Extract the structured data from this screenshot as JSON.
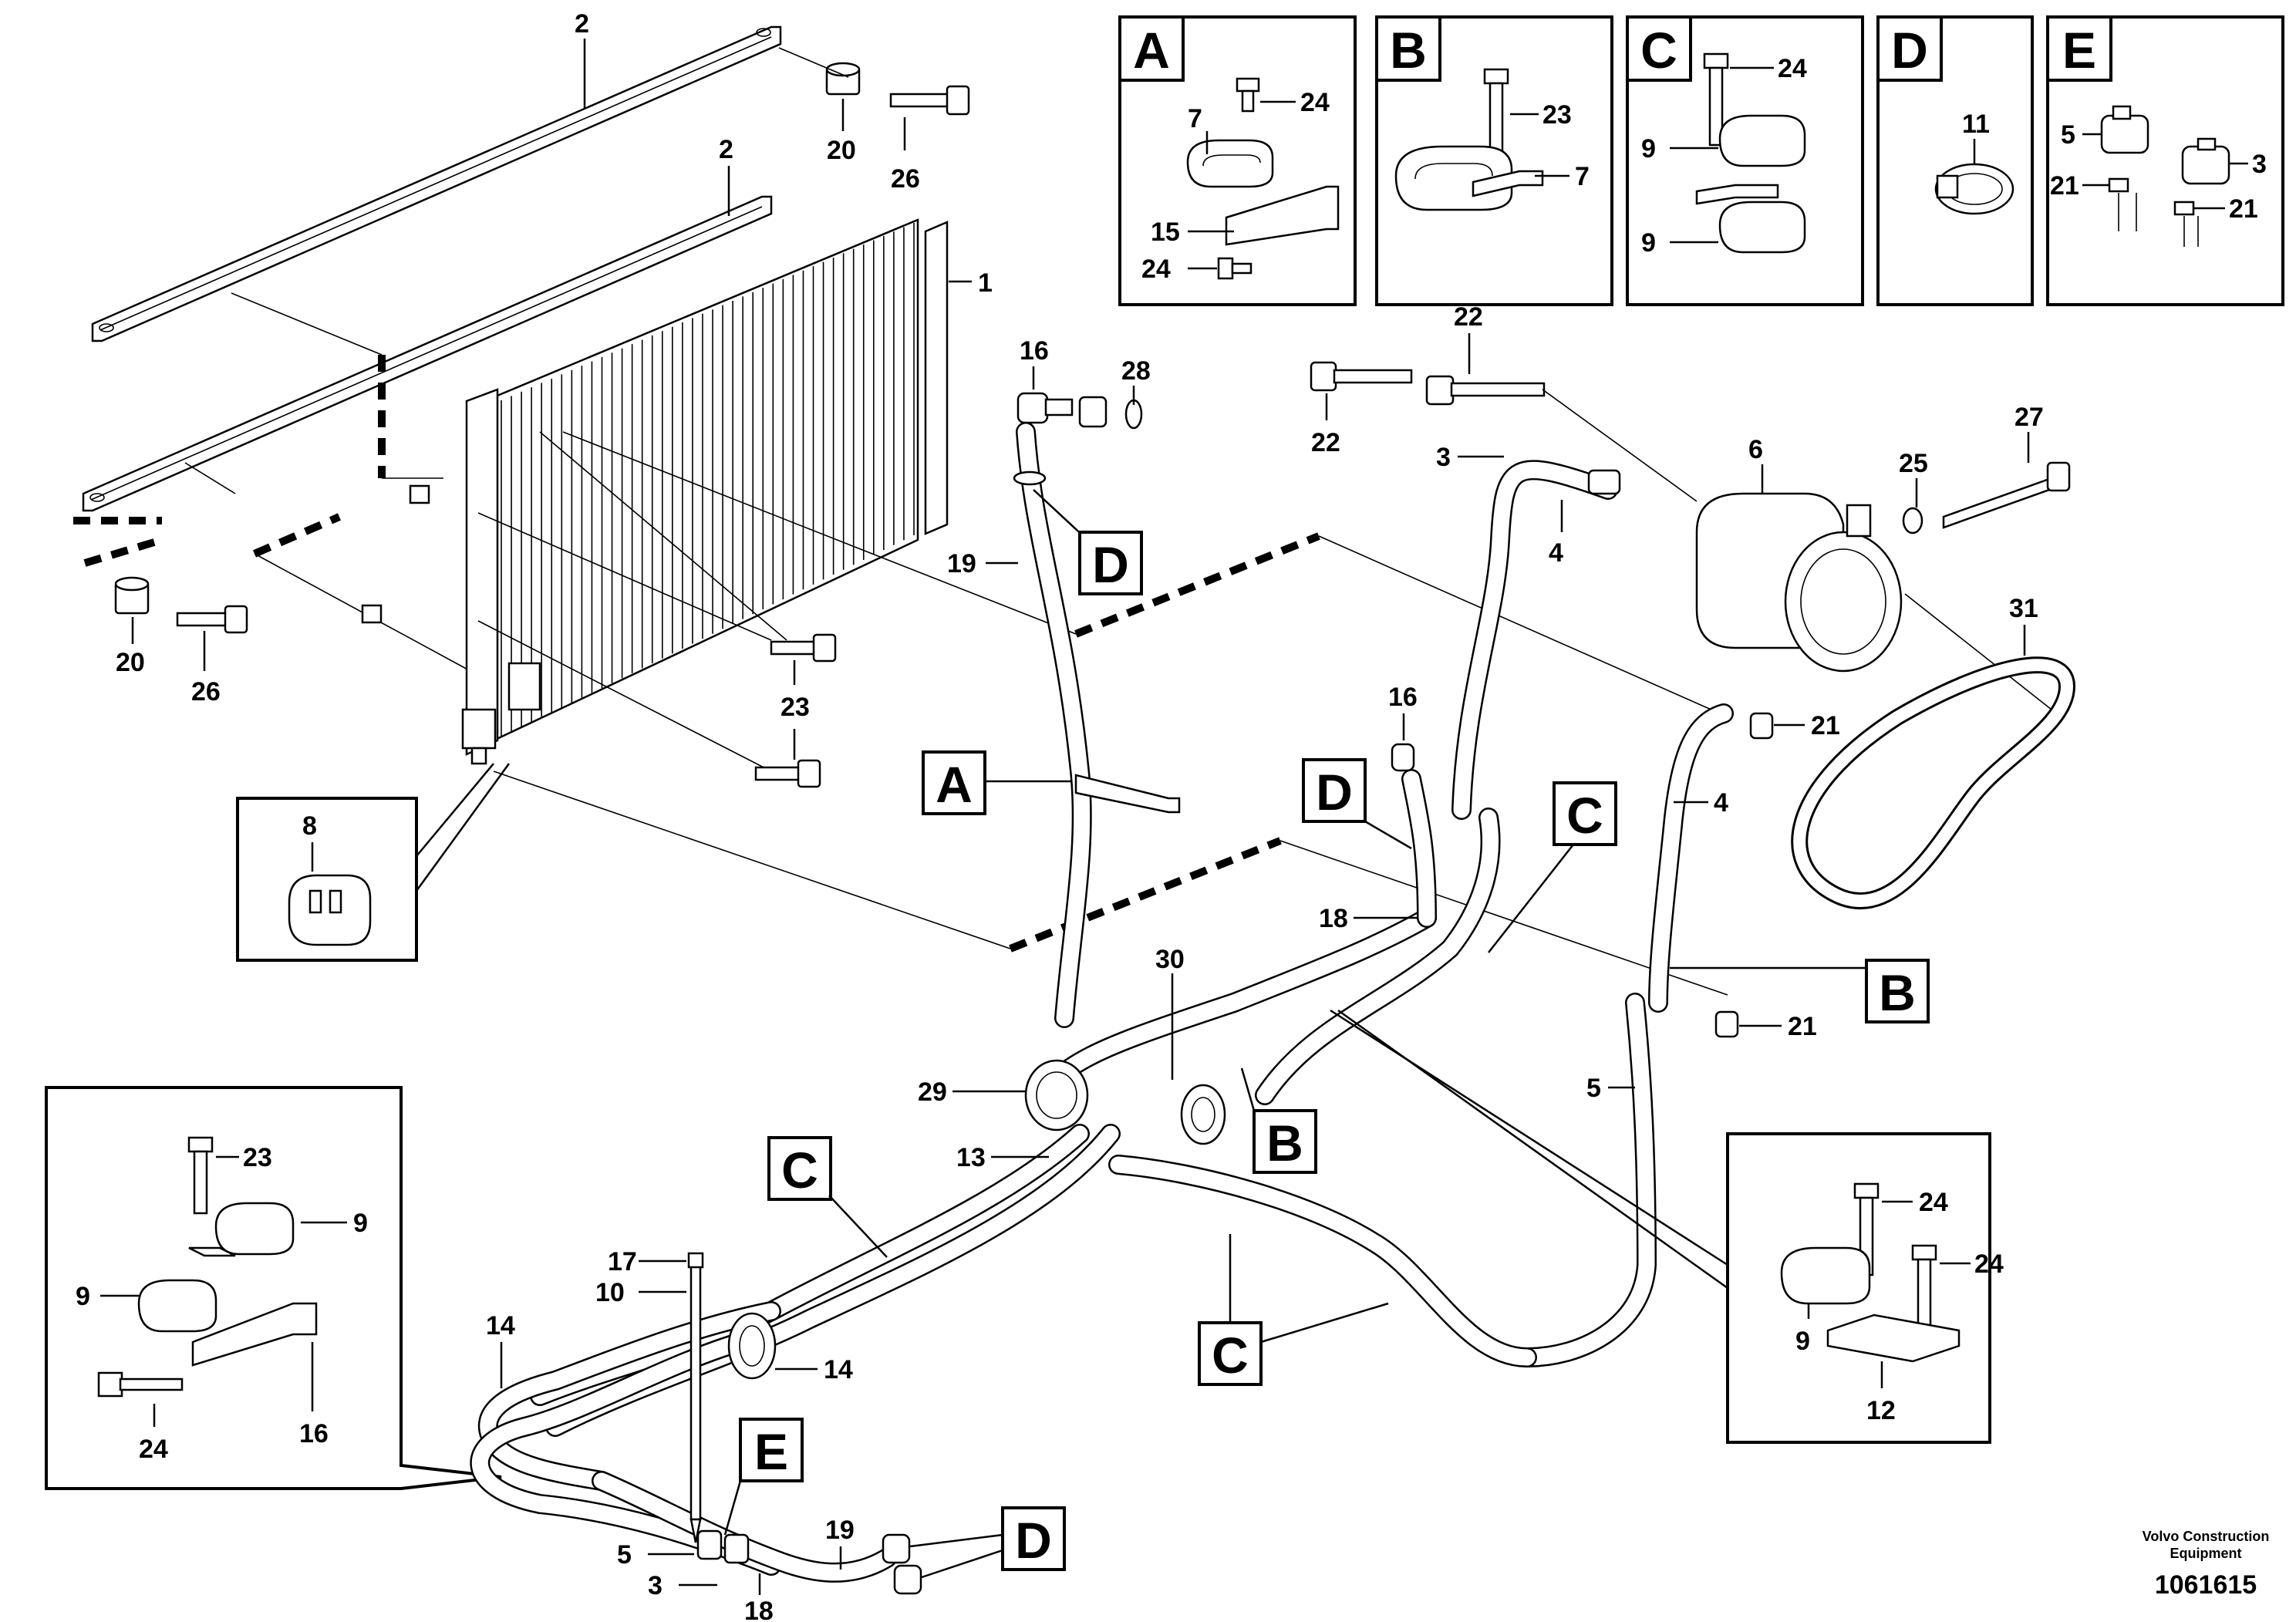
{
  "detail_views": [
    {
      "letter": "A",
      "numbers": [
        "24",
        "7",
        "15",
        "24"
      ]
    },
    {
      "letter": "B",
      "numbers": [
        "23",
        "7"
      ]
    },
    {
      "letter": "C",
      "numbers": [
        "24",
        "9",
        "9"
      ]
    },
    {
      "letter": "D",
      "numbers": [
        "11"
      ]
    },
    {
      "letter": "E",
      "numbers": [
        "5",
        "3",
        "21",
        "21"
      ]
    }
  ],
  "callouts": [
    "A",
    "B",
    "C",
    "C",
    "C",
    "D",
    "D",
    "D",
    "E"
  ],
  "part_numbers": {
    "condenser": "1",
    "brackets": [
      "2",
      "2"
    ],
    "spacers": [
      "20",
      "20"
    ],
    "bolts_26": [
      "26",
      "26"
    ],
    "bolts_23": [
      "23",
      "23"
    ],
    "sensor_8": "8",
    "hose_fitting_16": "16",
    "ring_28": "28",
    "hose_19": "19",
    "bolts_22": [
      "22",
      "22"
    ],
    "pipe_3": "3",
    "pipe_4": [
      "4",
      "4"
    ],
    "compressor_6": "6",
    "washer_25": "25",
    "bolt_27": "27",
    "belt_31": "31",
    "nuts_21": [
      "21",
      "21"
    ],
    "pipe_5": "5",
    "hose_18": "18",
    "grommet_30": "30",
    "grommet_29": "29",
    "hose_13": "13",
    "valve_16_lower": "16",
    "cap_17": "17",
    "rod_10": "10",
    "hoses_14": [
      "14",
      "14"
    ],
    "lower_labels": [
      "5",
      "3",
      "18",
      "19"
    ]
  },
  "inset_left": {
    "numbers": [
      "23",
      "9",
      "9",
      "24",
      "16"
    ]
  },
  "inset_right": {
    "numbers": [
      "24",
      "24",
      "9",
      "12"
    ]
  },
  "footer": {
    "brand": "Volvo Construction",
    "brand2": "Equipment",
    "drawing_number": "1061615"
  }
}
